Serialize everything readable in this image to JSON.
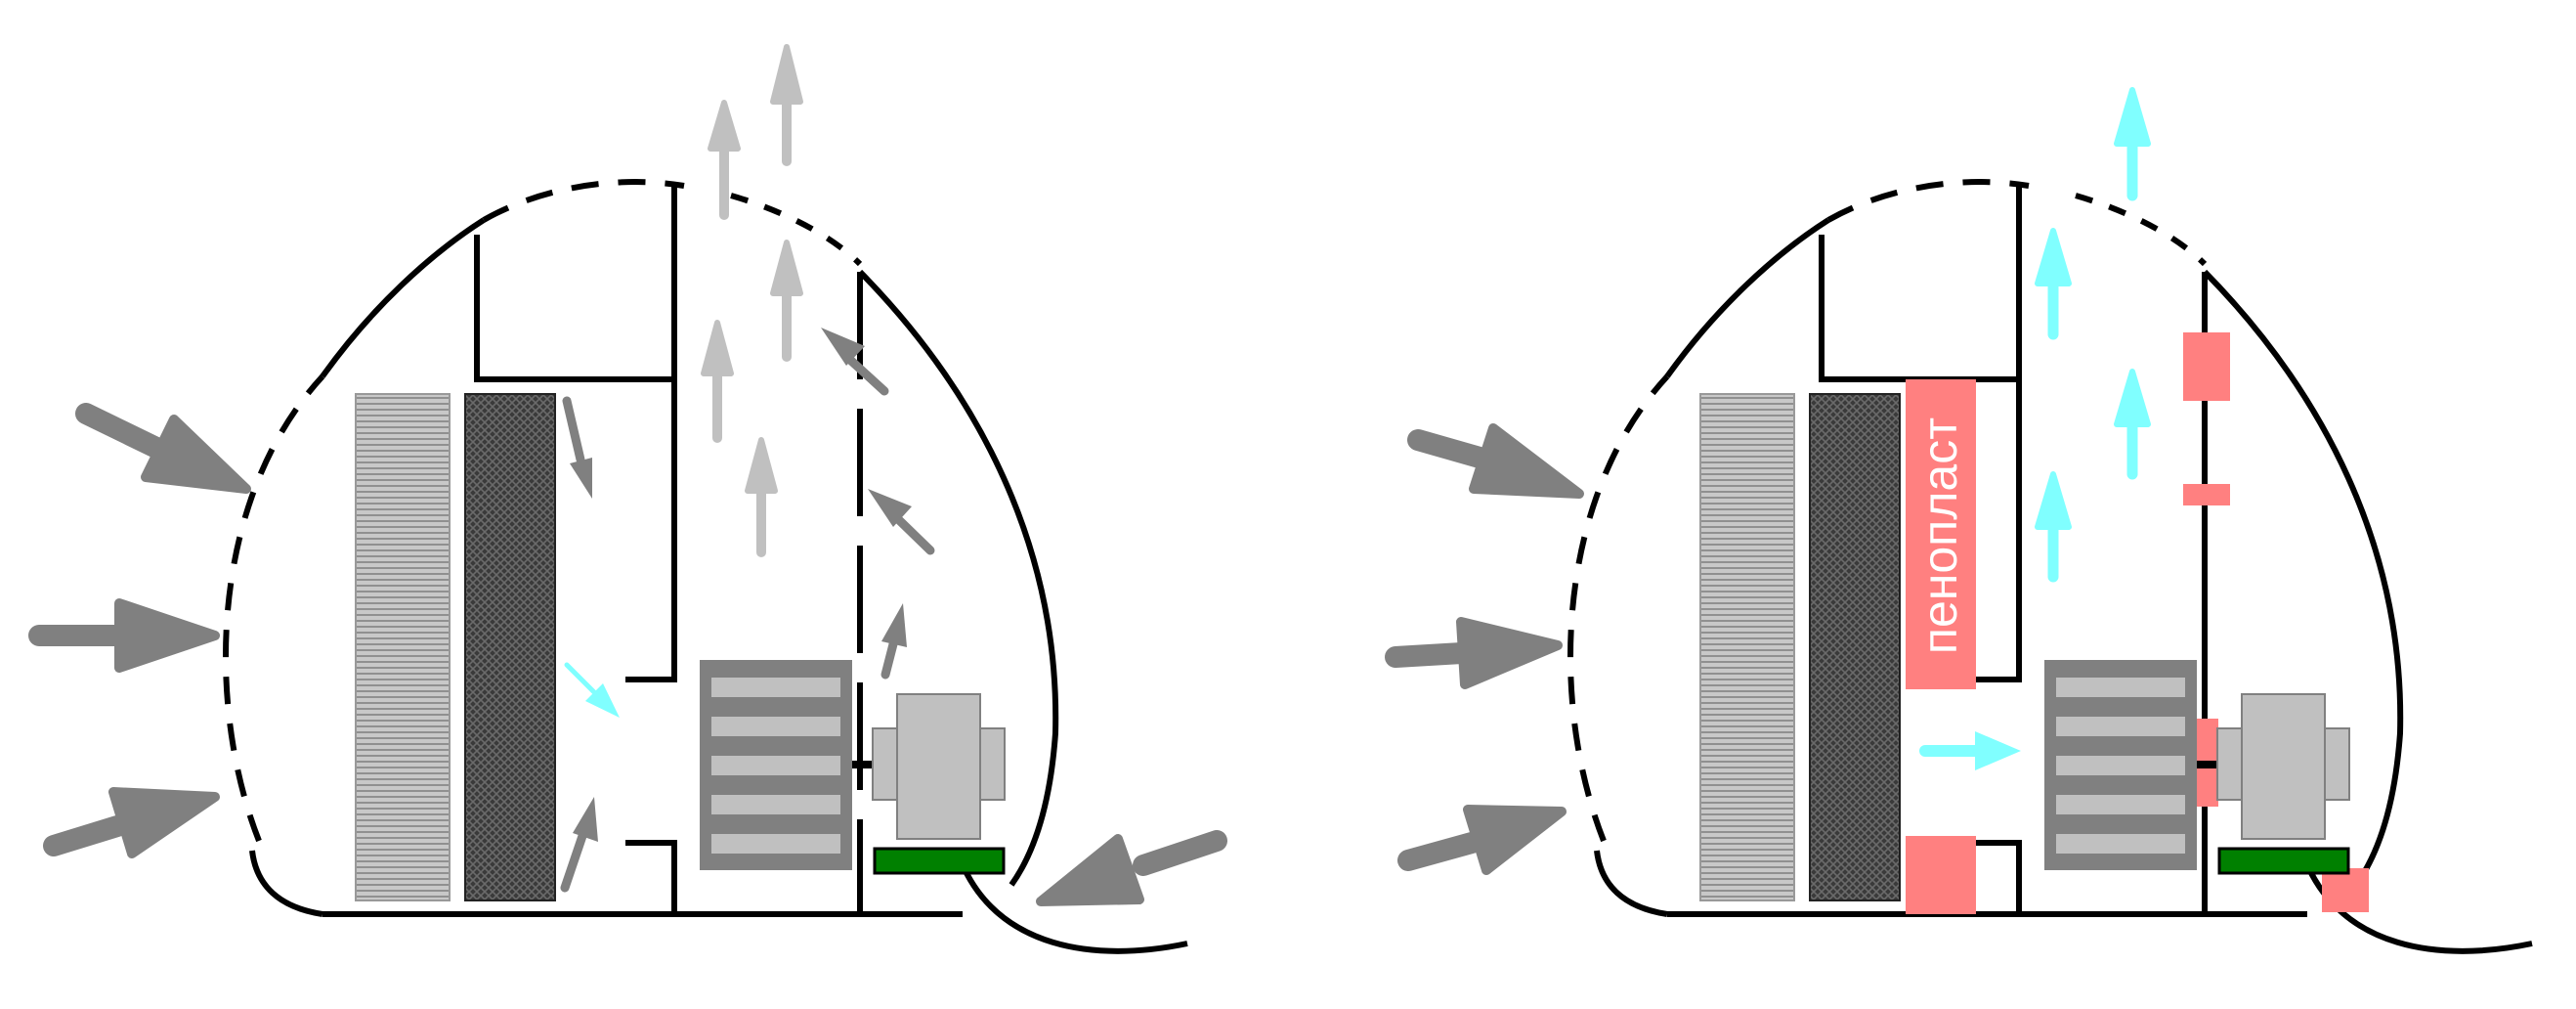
{
  "colors": {
    "line": "#000000",
    "flow_arrow": "#808080",
    "exhaust_arrow": "#c0c0c0",
    "cool_air_arrow": "#80ffff",
    "foam": "#ff8080",
    "filter_light": "#c0c0c0",
    "filter_dark": "#404040",
    "fan": "#808080",
    "fan_slot": "#c0c0c0",
    "motor": "#c0c0c0",
    "board": "#008000"
  },
  "panels": [
    {
      "id": "left",
      "variant": "original",
      "foam": false
    },
    {
      "id": "right",
      "variant": "modified",
      "foam": true
    }
  ],
  "labels": {
    "foam_text": "пенопласт"
  }
}
